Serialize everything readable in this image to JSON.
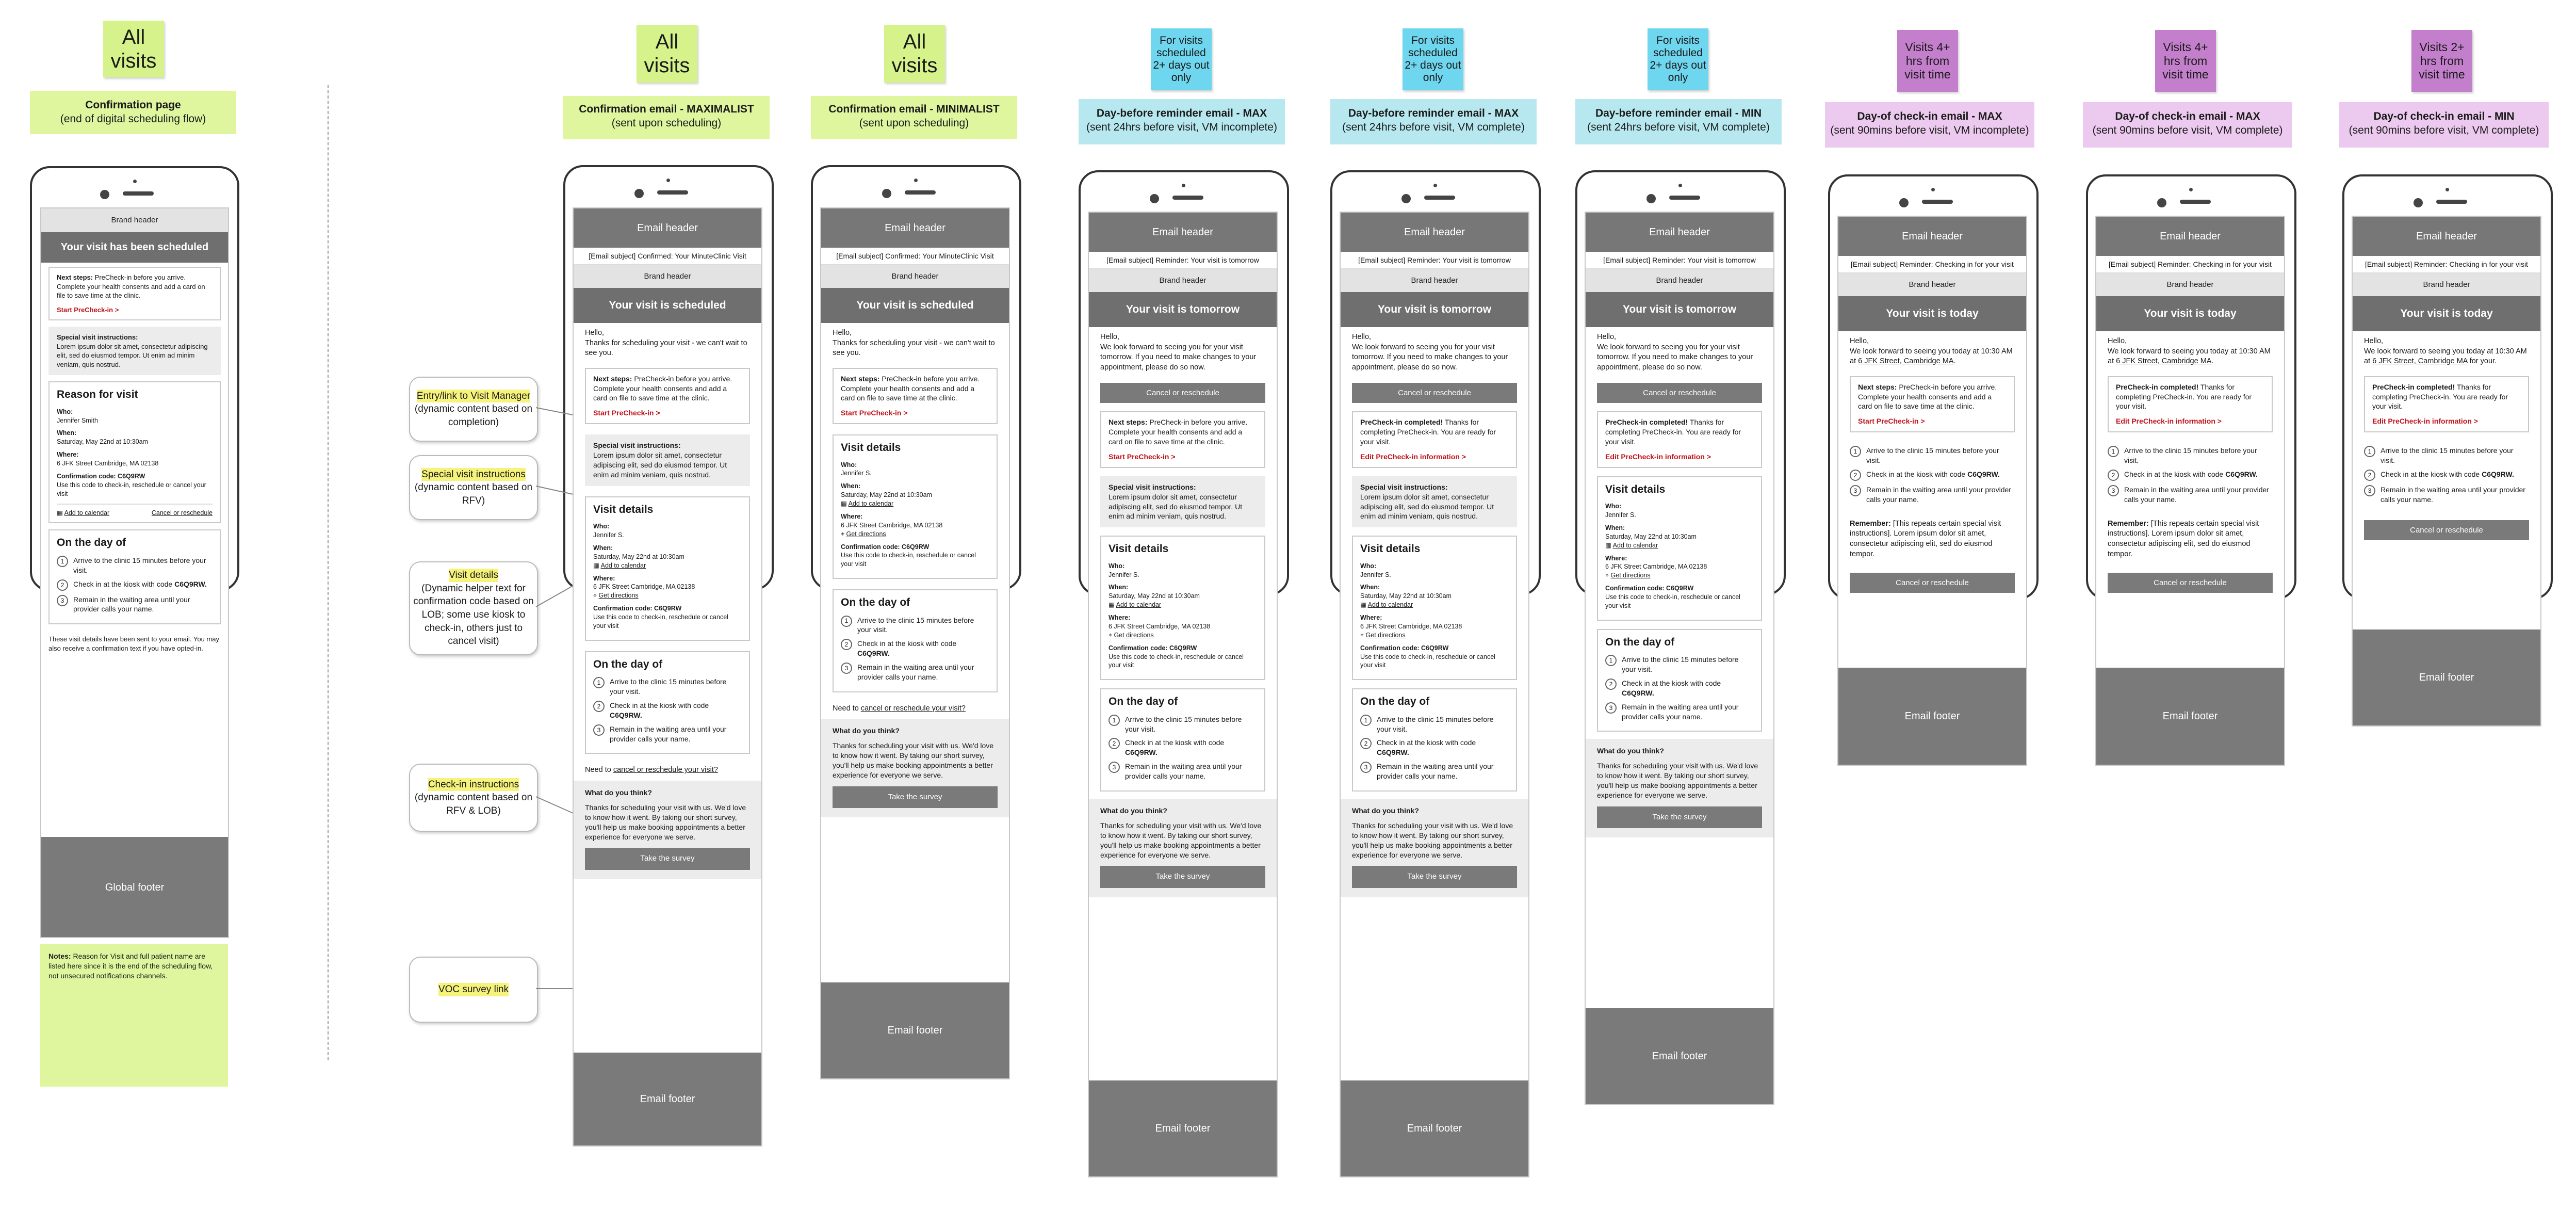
{
  "stickies": {
    "s1": "All visits",
    "s2": "All visits",
    "s3": "All visits",
    "s4": "For visits scheduled 2+ days out only",
    "s5": "For visits scheduled 2+ days out only",
    "s6": "For visits scheduled 2+ days out only",
    "s7": "Visits 4+ hrs from visit time",
    "s8": "Visits 4+ hrs from visit time",
    "s9": "Visits 2+ hrs from visit time"
  },
  "labels": {
    "l1_t": "Confirmation page",
    "l1_s": "(end of digital scheduling flow)",
    "l2_t": "Confirmation email - MAXIMALIST",
    "l2_s": "(sent upon scheduling)",
    "l3_t": "Confirmation email - MINIMALIST",
    "l3_s": "(sent upon scheduling)",
    "l4_t": "Day-before reminder email - MAX",
    "l4_s": "(sent 24hrs before visit, VM incomplete)",
    "l5_t": "Day-before reminder email - MAX",
    "l5_s": "(sent 24hrs before visit, VM complete)",
    "l6_t": "Day-before reminder email - MIN",
    "l6_s": "(sent 24hrs before visit, VM complete)",
    "l7_t": "Day-of check-in email - MAX",
    "l7_s": "(sent 90mins before visit, VM incomplete)",
    "l8_t": "Day-of check-in email - MAX",
    "l8_s": "(sent 90mins before visit, VM complete)",
    "l9_t": "Day-of check-in email - MIN",
    "l9_s": "(sent 90mins before visit, VM complete)"
  },
  "callouts": {
    "c1_h": "Entry/link to Visit Manager",
    "c1_b": "(dynamic content based on completion)",
    "c2_h": "Special visit instructions",
    "c2_b": "(dynamic content based on RFV)",
    "c3_h": "Visit details",
    "c3_b": "(Dynamic helper text for confirmation code based on LOB; some use kiosk to check-in, others just to cancel visit)",
    "c4_h": "Check-in instructions",
    "c4_b": "(dynamic content based on RFV & LOB)",
    "c5_h": "VOC survey link"
  },
  "common": {
    "email_header": "Email header",
    "brand_header": "Brand header",
    "email_footer": "Email footer",
    "global_footer": "Global footer",
    "subj_confirmed": "[Email subject] Confirmed: Your MinuteClinic Visit",
    "subj_reminder": "[Email subject] Reminder: Your visit is tomorrow",
    "subj_checkin": "[Email subject] Reminder: Checking in for your visit",
    "title_scheduled_page": "Your visit has been scheduled",
    "title_scheduled": "Your visit is scheduled",
    "title_tomorrow": "Your visit is tomorrow",
    "title_today": "Your visit is today",
    "hello": "Hello,",
    "thanks_scheduling": "Thanks for scheduling your visit - we can't wait to see you.",
    "look_forward_tomorrow": "We look forward to seeing you for your visit tomorrow. If you need to make changes to your appointment, please do so now.",
    "look_forward_today": "We look forward to seeing you today at 10:30 AM at",
    "today_address": "6 JFK Street, Cambridge MA",
    "today_end_max": ".",
    "today_end_min": " for your.",
    "next_steps_label": "Next steps:",
    "next_steps_body": "PreCheck-in before you arrive. Complete your health consents and add a card on file to save time at the clinic.",
    "start_precheck": "Start PreCheck-in >",
    "precheck_done_label": "PreCheck-in completed!",
    "precheck_done_body": "Thanks for completing PreCheck-in. You are ready for your visit.",
    "edit_precheck": "Edit PreCheck-in information >",
    "special_label": "Special visit instructions:",
    "special_body": "Lorem ipsum dolor sit amet, consectetur adipiscing elit, sed do eiusmod tempor. Ut enim ad minim veniam, quis nostrud.",
    "reason_for_visit": "Reason for visit",
    "visit_details": "Visit details",
    "who": "Who:",
    "who_full": "Jennifer Smith",
    "who_short": "Jennifer S.",
    "when": "When:",
    "when_val": "Saturday, May 22nd at 10:30am",
    "where": "Where:",
    "where_val": "6 JFK Street Cambridge, MA 02138",
    "add_cal": "Add to calendar",
    "get_dir": "Get directions",
    "conf_code": "Confirmation code: C6Q9RW",
    "conf_help": "Use this code to check-in, reschedule or cancel your visit",
    "cancel_resched_link": "Cancel or reschedule",
    "on_the_day": "On the day of",
    "step1": "Arrive to the clinic 15 minutes before your visit.",
    "step2": "Check in at the kiosk with code",
    "step2_code": "C6Q9RW.",
    "step3": "Remain in the waiting area until your provider calls your name.",
    "step2_today": "Check in at the kiosk with code",
    "sent_email_note": "These visit details have been sent to your email. You may also receive a confirmation text if you have opted-in.",
    "need_to": "Need to",
    "need_to_link": "cancel or reschedule your visit?",
    "voc_title": "What do you think?",
    "voc_body": "Thanks for scheduling your visit with us. We'd love to know how it went. By taking our short survey, you'll help us make booking appointments a better experience for everyone we serve.",
    "take_survey": "Take the survey",
    "cancel_btn": "Cancel or reschedule",
    "remember_label": "Remember:",
    "remember_body": "[This repeats certain special visit instructions]. Lorem ipsum dolor sit amet, consectetur adipiscing elit, sed do eiusmod tempor."
  },
  "notes": {
    "label": "Notes:",
    "body": "Reason for Visit and full patient name are listed here since it is the end of the scheduling flow, not unsecured notifications channels."
  }
}
